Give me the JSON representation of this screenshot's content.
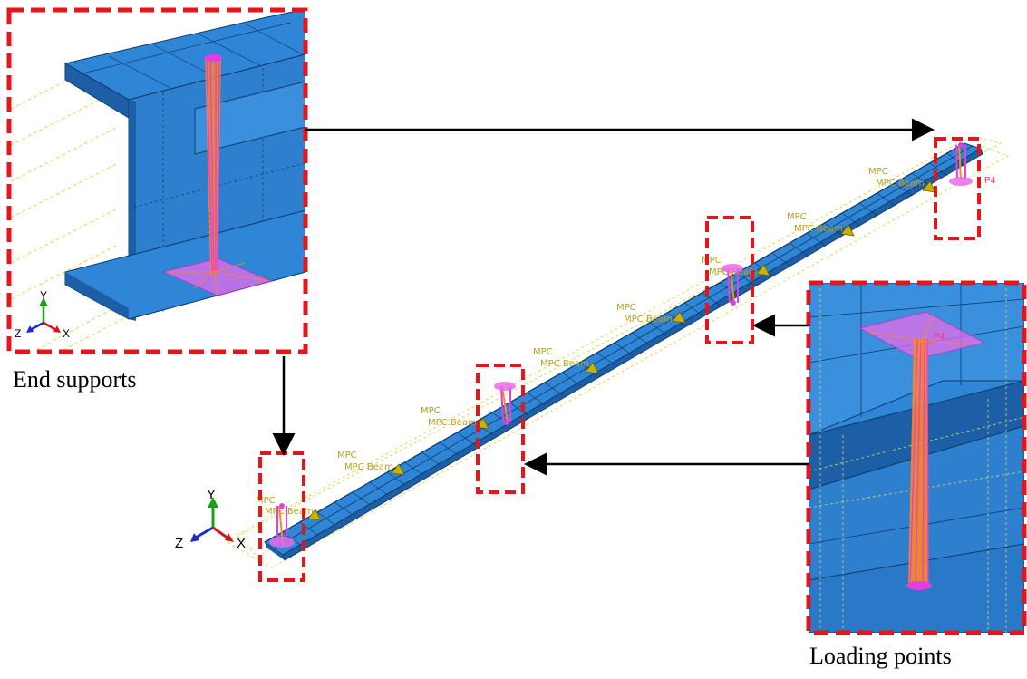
{
  "captions": {
    "end_supports": "End supports",
    "loading_points": "Loading points"
  },
  "axis_triad": {
    "x_label": "X",
    "y_label": "Y",
    "z_label": "Z"
  },
  "constraint_labels": {
    "mpc": "MPC",
    "mpc_beam": "MPC Beam"
  },
  "point_label": "P4",
  "colors": {
    "beam_blue": "#2f86d6",
    "beam_dark": "#1c5fa6",
    "coupling_magenta": "#e040e0",
    "coupling_orange": "#ff8a1a",
    "highlight_red": "#e8141c",
    "label_gold": "#b8a020",
    "mesh_line": "#d8d860"
  }
}
